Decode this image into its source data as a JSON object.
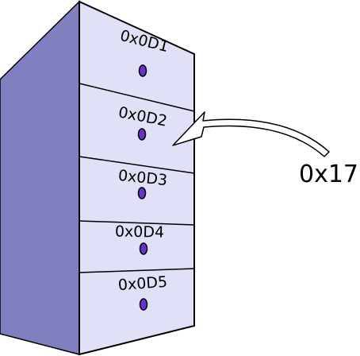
{
  "cabinet": {
    "colors": {
      "side": "#8080c0",
      "front": "#e0e0f6",
      "outline": "#000000",
      "knob": "#6633cc"
    },
    "drawers": [
      {
        "label": "0x0D1"
      },
      {
        "label": "0x0D2"
      },
      {
        "label": "0x0D3"
      },
      {
        "label": "0x0D4"
      },
      {
        "label": "0x0D5"
      }
    ]
  },
  "pointer": {
    "value": "0x17",
    "target_drawer": "0x0D2"
  }
}
